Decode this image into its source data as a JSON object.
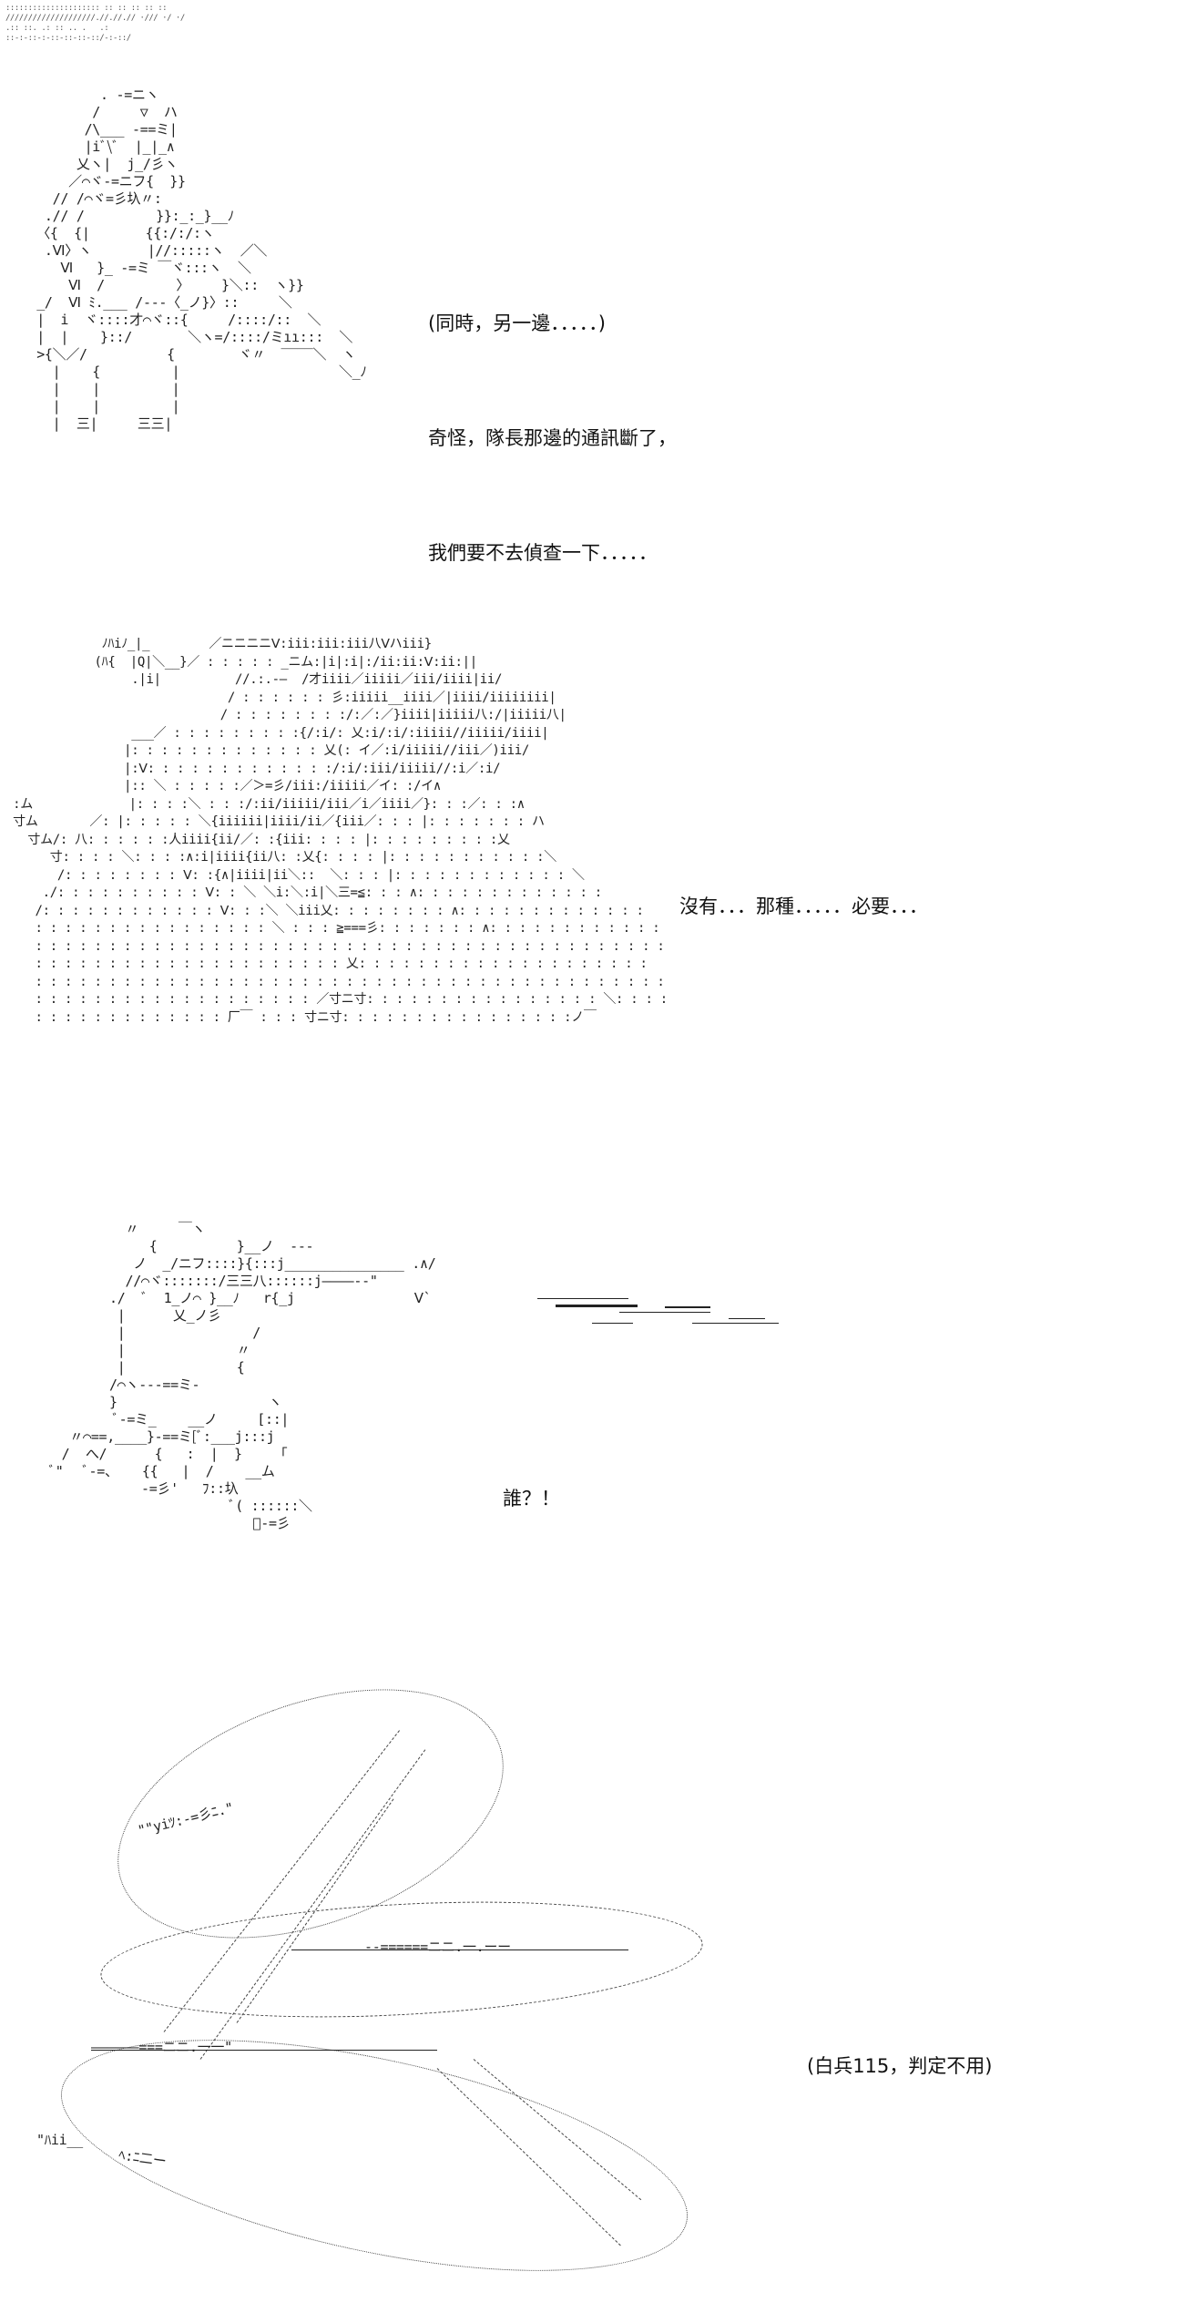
{
  "header": {
    "lines": [
      "::::::::::::::::::::: :: :: :: :: ::",
      "////////////////////.//.//.// ·/// ·/ ·/",
      ".:: ::. .: :: .. .   .:",
      "::-:-::-:-::-::-::-::/-:-::/"
    ]
  },
  "scene1": {
    "caption": [
      "(同時，另一邊．．．．．)",
      "奇怪，隊長那邊的通訊斷了，",
      "我們要不去偵查一下．．．．．"
    ],
    "art": "           . -=ニヽ\n          /     ▽  ハ\n         /\\___ -==ミ|\n         |iﾞ\\ﾞ  |_|_∧\n        乂ヽ|  j_/彡ヽ\n       ／⌒ヾ-=ニフ{  }}\n     // /⌒ヾ=彡圦〃:\n    .// /         }}:_:_}__ﾉ\n   〈{  {|       {{:/:/:ヽ\n    .Ⅵ〉ヽ       |//:::::ヽ  ／＼\n      Ⅵ   }_ -=ミ ￣ヾ:::ヽ  ＼\n       Ⅵ  /         〉    }＼::  ヽ}}\n   _/  Ⅵ ﾐ.___ /---〈_ノ}〉::     ＼\n   |  i  ヾ::::才⌒ヾ::{     /::::/::  ＼\n   |  |    }::/       ＼ヽ=/::::/ミıı:::  ＼\n   >{＼／/          {        ヾ〃  ‾‾‾‾＼  ヽ\n     |    {         |                    ＼_ﾉ\n     |    |         |\n     |    |         |\n     |  三|     三三|"
  },
  "scene2": {
    "caption": [
      "沒有．．．那種．．．．．必要．．．"
    ],
    "art": "             ﾉﾊiﾉ_|_        ／ニニニニⅤ:iii:iii:iii八Ⅴハiii}\n            (ﾊ{  |Q|＼__}／ : : : : : _ニム:|i|:i|:/ii:ii:Ⅴ:ii:||\n                 .|i|          //.:.-―  /才iiii／iiiii／iii/iiii|ii/\n                              / : : : : : : 彡:iiiii__iiii／|iiii/iiiiiiii|\n                             / : : : : : : : :/:／:／}iiii|iiiii八:/|iiiii八|\n                 ___／ : : : : : : : : :{/:i/: 乂:i/:i/:iiiii//iiiii/iiii|\n                |: : : : : : : : : : : : : 乂(: イ／:i/iiiii//iii／)iii/\n                |:Ⅴ: : : : : : : : : : : : :/:i/:iii/iiiii//:i／:i/\n                |:: ＼ : : : : :／＞=彡/iii:/iiiii／イ: :/イ∧\n :ム             |: : : :＼ : : :/:ii/iiiii/iii／i／iiii／}: : :／: : :∧\n 寸ム       ／: |: : : : : ＼{iiiiii|iiii/ii／{iii／: : : |: : : : : : : ハ\n   寸ム/: 八: : : : : :人iiii{ii/／: :{iii: : : : |: : : : : : : : :乂\n      寸: : : : ＼: : : :∧:i|iiii{ii八: :乂{: : : : |: : : : : : : : : : :＼\n       /: : : : : : : : Ⅴ: :{∧|iiii|ii＼::  ＼: : : |: : : : : : : : : : : : ＼\n     ./: : : : : : : : : : Ⅴ: : ＼ ＼i:＼:i|＼三=≦: : : ∧: : : : : : : : : : : : :\n    /: : : : : : : : : : : : Ⅴ: : :＼ ＼iii乂: : : : : : : : ∧: : : : : : : : : : : : :\n    : : : : : : : : : : : : : : : : ＼ : : : ≧===彡: : : : : : : ∧: : : : : : : : : : : :\n    : : : : : : : : : : : : : : : : : : : : : : : : : : : : : : : : : : : : : : : : : : :\n    : : : : : : : : : : : : : : : : : : : : : 乂: : : : : : : : : : : : : : : : : : : :\n    : : : : : : : : : : : : : : : : : : : : : : : : : : : : : : : : : : : : : : : : : : :\n    : : : : : : : : : : : : : : : : : : : ／寸ニ寸: : : : : : : : : : : : : : : : ＼: : : :\n    : : : : : : : : : : : : : 厂￣ : : : 寸ニ寸: : : : : : : : : : : : : : : :ノ￣"
  },
  "scene3": {
    "caption": [
      "誰？！"
    ],
    "art": "             〃     ￣ヽ\n                {          }__ノ  ---\n              ノ  _/ニフ::::}{:::j_______________ .∧/\n             //⌒ヾ:::::::/三三八::::::j――――--\"\n           ./  ﾞ  1_ノ⌒ }__ﾉ   r{_j               Ⅴ`\n            |      乂_ノ彡\n            |                /\n            |              〃\n            |              {\n           /⌒ヽ---==ミ-\n           }                   ヽ\n            ﾞ-=ミ_    __ノ     [::|\n      〃⌒==,____}-==ミ[ﾞ:___j:::j\n     /  へ/      {   :  |  }    「\n    ﾞ\"   ﾞ-=、   {{   |  /    __ム\n               -=彡'   ﾌ::圦\n                          ﾞ( ::::::＼\n                             ﾞ-=彡"
  },
  "scene4": {
    "caption": [
      "(白兵115，判定不用)"
    ],
    "texts": [
      "\"\"yiﾂ:-=彡ﾆ.\"",
      "--======ニニ.一.ーー",
      "――――――===ニニ.一一\"",
      "\"ﾊii__",
      "ﾍ:ﾆ二ー"
    ]
  }
}
